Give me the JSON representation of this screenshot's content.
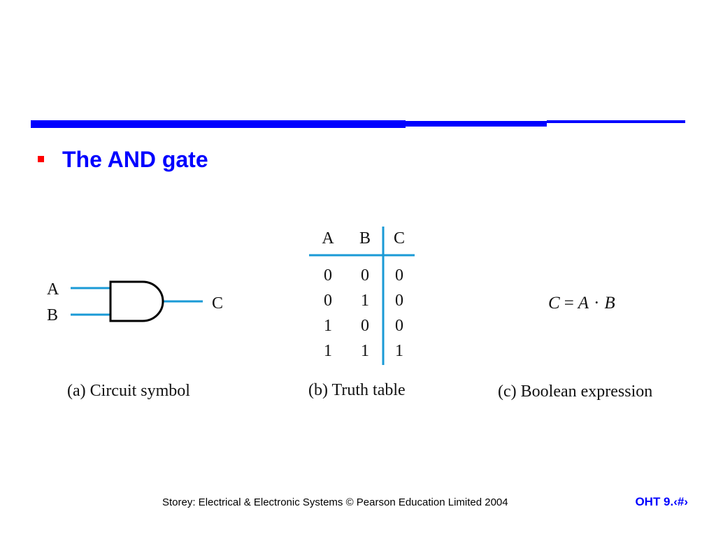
{
  "slide": {
    "title": "The AND gate"
  },
  "circuit": {
    "input_a": "A",
    "input_b": "B",
    "output": "C",
    "caption": "(a) Circuit symbol"
  },
  "truth_table": {
    "headers": [
      "A",
      "B",
      "C"
    ],
    "rows": [
      [
        "0",
        "0",
        "0"
      ],
      [
        "0",
        "1",
        "0"
      ],
      [
        "1",
        "0",
        "0"
      ],
      [
        "1",
        "1",
        "1"
      ]
    ],
    "caption": "(b) Truth table"
  },
  "expression": {
    "lhs": "C",
    "equals": "=",
    "op1": "A",
    "dot": "·",
    "op2": "B",
    "caption": "(c) Boolean expression"
  },
  "footer": {
    "credit": "Storey: Electrical & Electronic Systems © Pearson Education Limited 2004",
    "page": "OHT 9.‹#›"
  },
  "colors": {
    "rule": "#0000ff",
    "bullet": "#ff0000",
    "wire": "#1a9ad6",
    "title": "#0000ff"
  }
}
